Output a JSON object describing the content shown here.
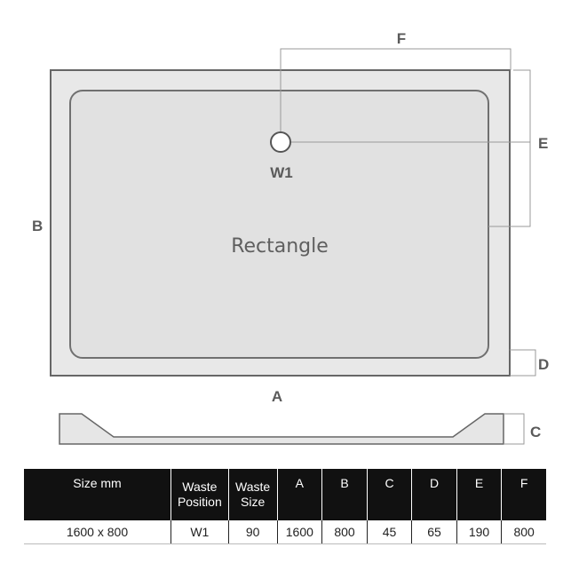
{
  "diagram": {
    "shape_name": "Rectangle",
    "waste_label": "W1",
    "dim_labels": {
      "a": "A",
      "b": "B",
      "c": "C",
      "d": "D",
      "e": "E",
      "f": "F"
    }
  },
  "table": {
    "headers": {
      "size": "Size mm",
      "waste_position_line1": "Waste",
      "waste_position_line2": "Position",
      "waste_size_line1": "Waste",
      "waste_size_line2": "Size",
      "a": "A",
      "b": "B",
      "c": "C",
      "d": "D",
      "e": "E",
      "f": "F"
    },
    "row": {
      "size": "1600 x 800",
      "waste_position": "W1",
      "waste_size": "90",
      "a": "1600",
      "b": "800",
      "c": "45",
      "d": "65",
      "e": "190",
      "f": "800"
    }
  }
}
